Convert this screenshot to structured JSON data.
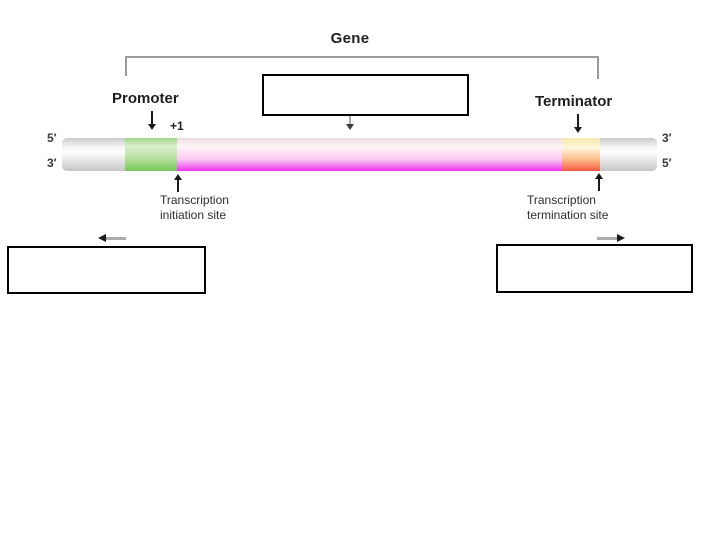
{
  "diagram": {
    "title": "Gene",
    "promoter_label": "Promoter",
    "terminator_label": "Terminator",
    "plus_one_label": "+1",
    "initiation_site": {
      "line1": "Transcription",
      "line2": "initiation site"
    },
    "termination_site": {
      "line1": "Transcription",
      "line2": "termination site"
    },
    "strand_ends": {
      "left_top": "5′",
      "left_bottom": "3′",
      "right_top": "3′",
      "right_bottom": "5′"
    },
    "segments": {
      "upstream_flank_color": "#c9c9c9",
      "promoter_color": "#74c85a",
      "transcribed_region_color": "#ee33ee",
      "terminator_color": "#f4573e",
      "downstream_flank_color": "#c9c9c9"
    },
    "answer_boxes": {
      "top_center_value": "",
      "bottom_left_value": "",
      "bottom_right_value": ""
    }
  }
}
